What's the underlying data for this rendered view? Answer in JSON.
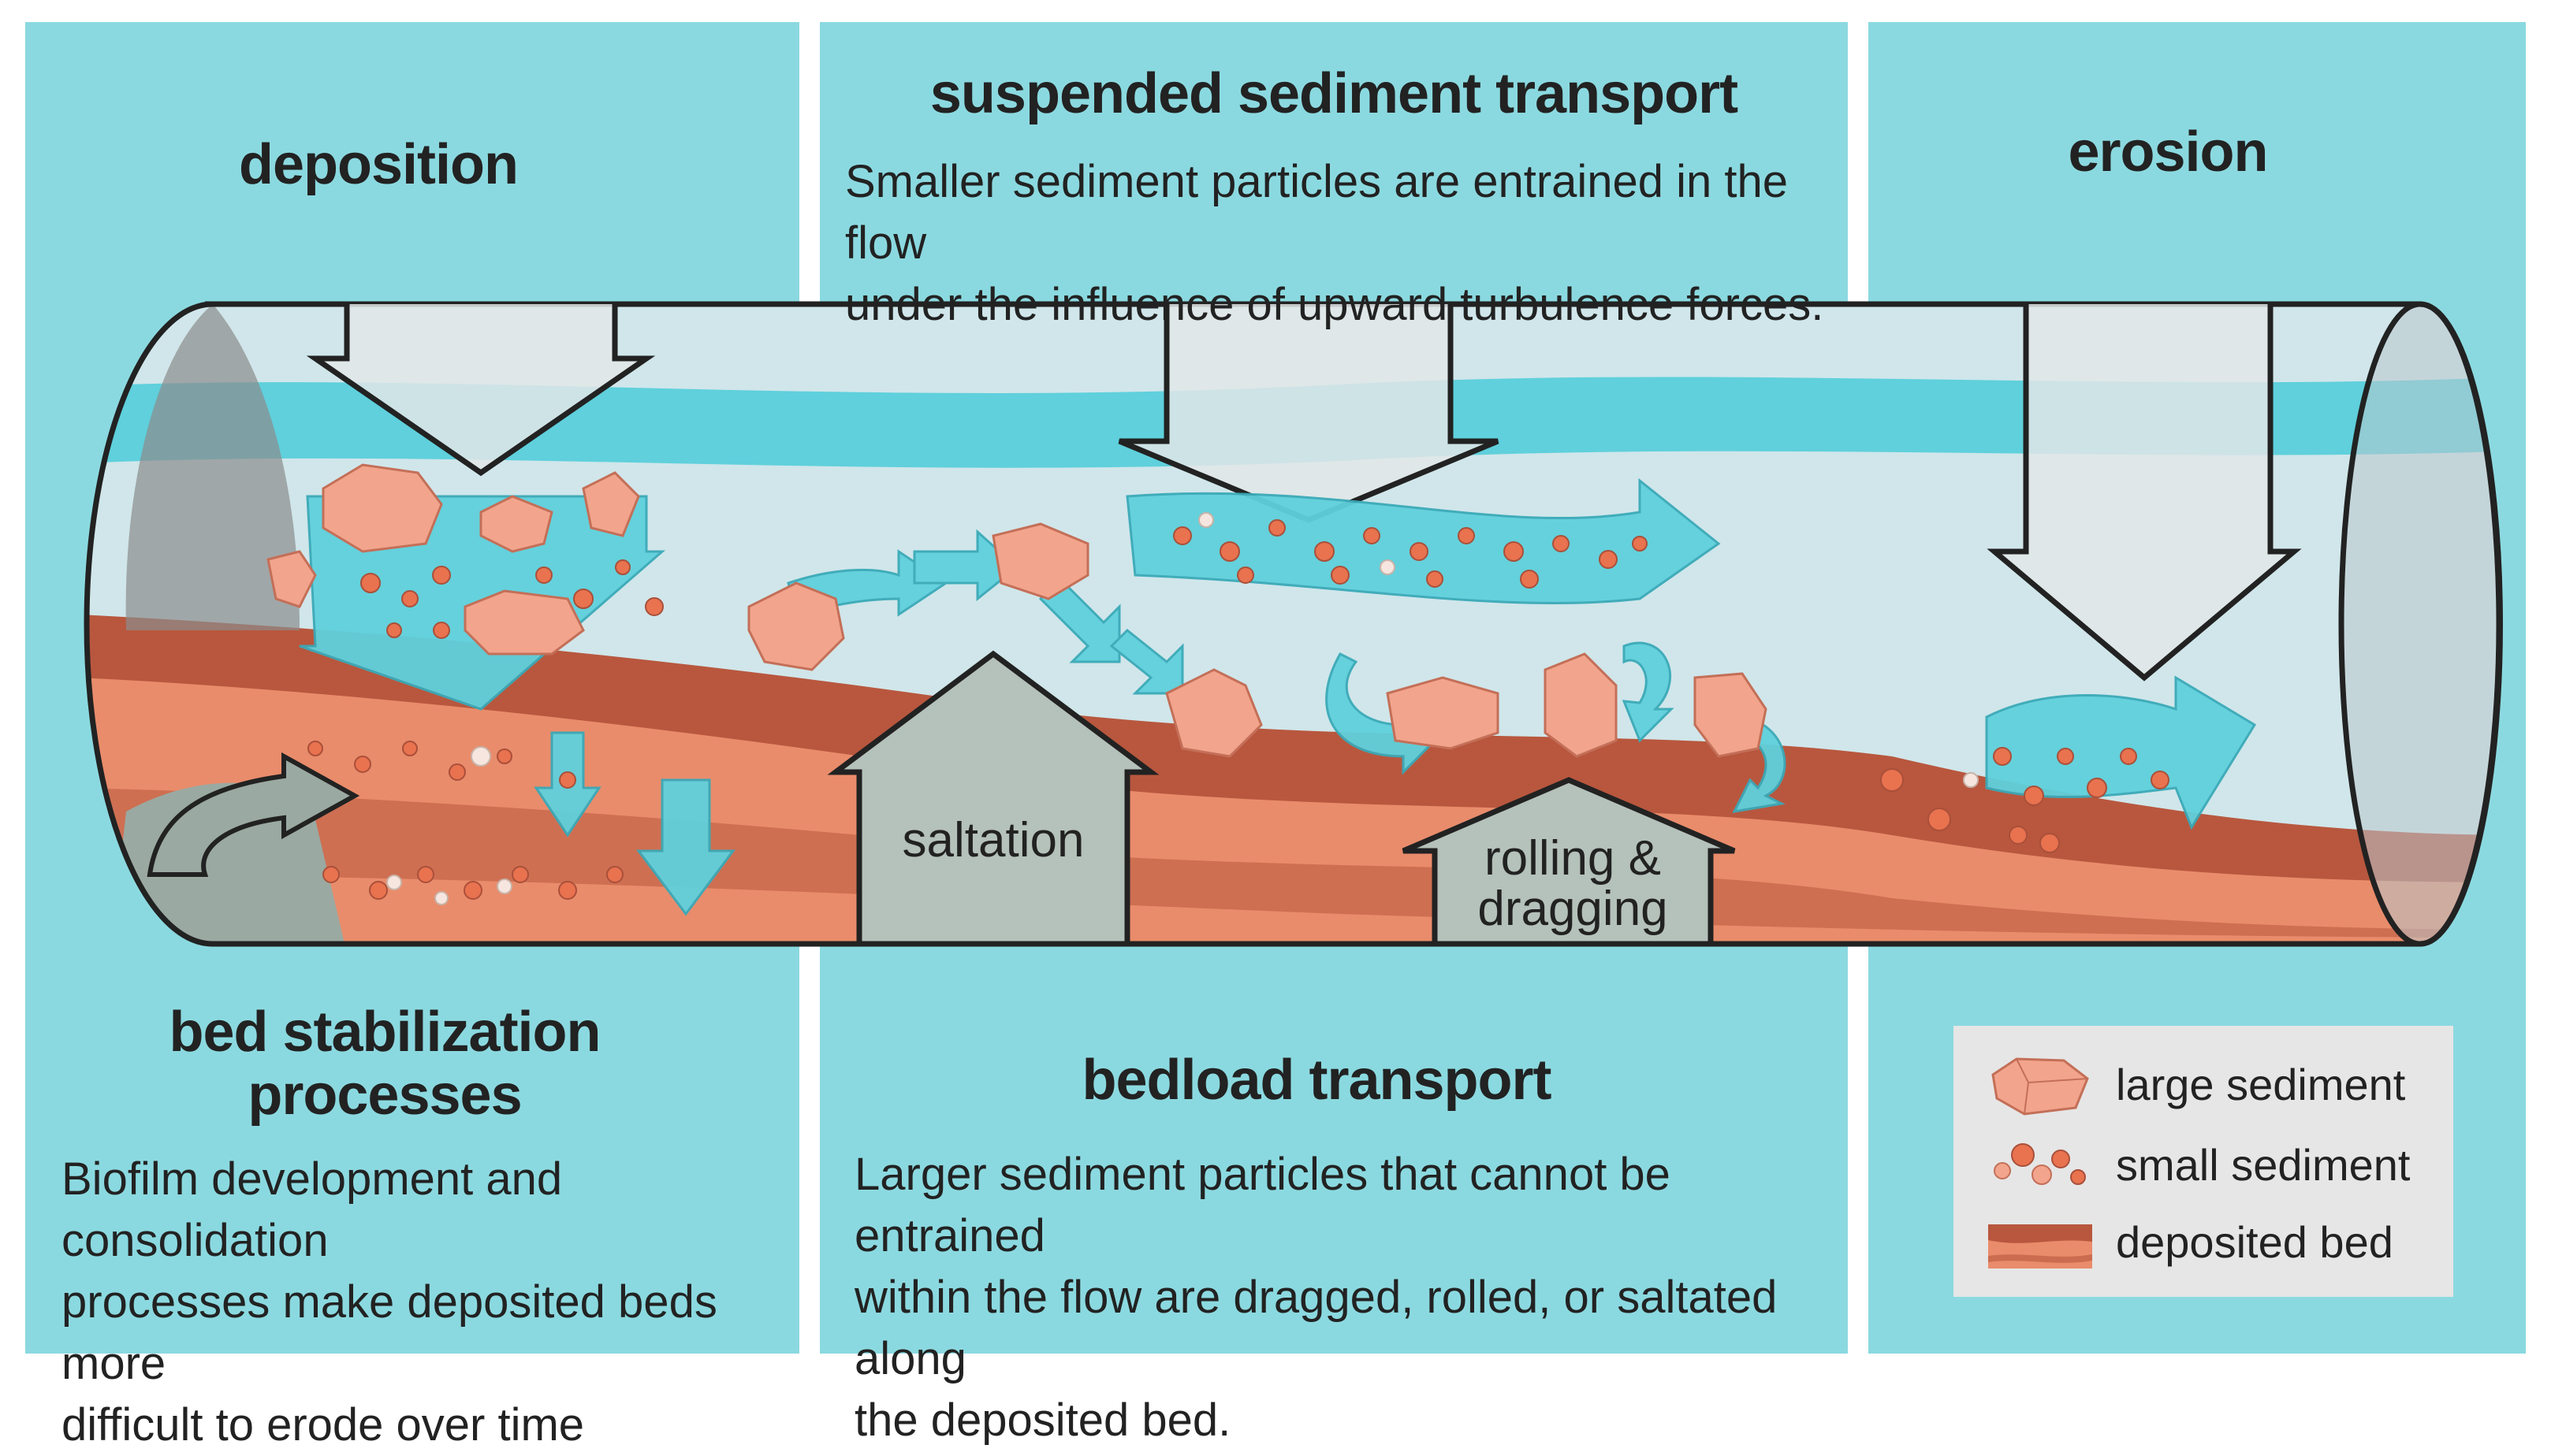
{
  "panels": {
    "deposition": {
      "title": "deposition"
    },
    "suspended": {
      "title": "suspended sediment transport",
      "body": [
        "Smaller sediment particles are entrained in the flow",
        "under the influence of upward turbulence forces."
      ]
    },
    "erosion": {
      "title": "erosion"
    },
    "bed_stabilization": {
      "title": [
        "bed stabilization",
        "processes"
      ],
      "body": [
        "Biofilm development and consolidation",
        "processes make deposited beds more",
        "difficult to erode over time"
      ]
    },
    "bedload": {
      "title": "bedload transport",
      "body": [
        "Larger sediment particles that cannot be entrained",
        "within the flow are dragged, rolled, or saltated along",
        "the deposited bed."
      ]
    }
  },
  "diagram_labels": {
    "saltation": "saltation",
    "rolling": [
      "rolling &",
      "dragging"
    ]
  },
  "legend": {
    "items": [
      {
        "label": "large sediment",
        "icon": "large-sediment-icon"
      },
      {
        "label": "small sediment",
        "icon": "small-sediment-icon"
      },
      {
        "label": "deposited bed",
        "icon": "deposited-bed-icon"
      }
    ]
  },
  "colors": {
    "panel": "#8bd9e0",
    "water": "#5fd0dc",
    "pipe_interior": "#d0e6ea",
    "bed_dark": "#b8573e",
    "bed_light": "#e98c6b",
    "sediment": "#f2a48c",
    "arrow_grey": "#e2e6e7",
    "legend_bg": "#e6e6e6"
  }
}
